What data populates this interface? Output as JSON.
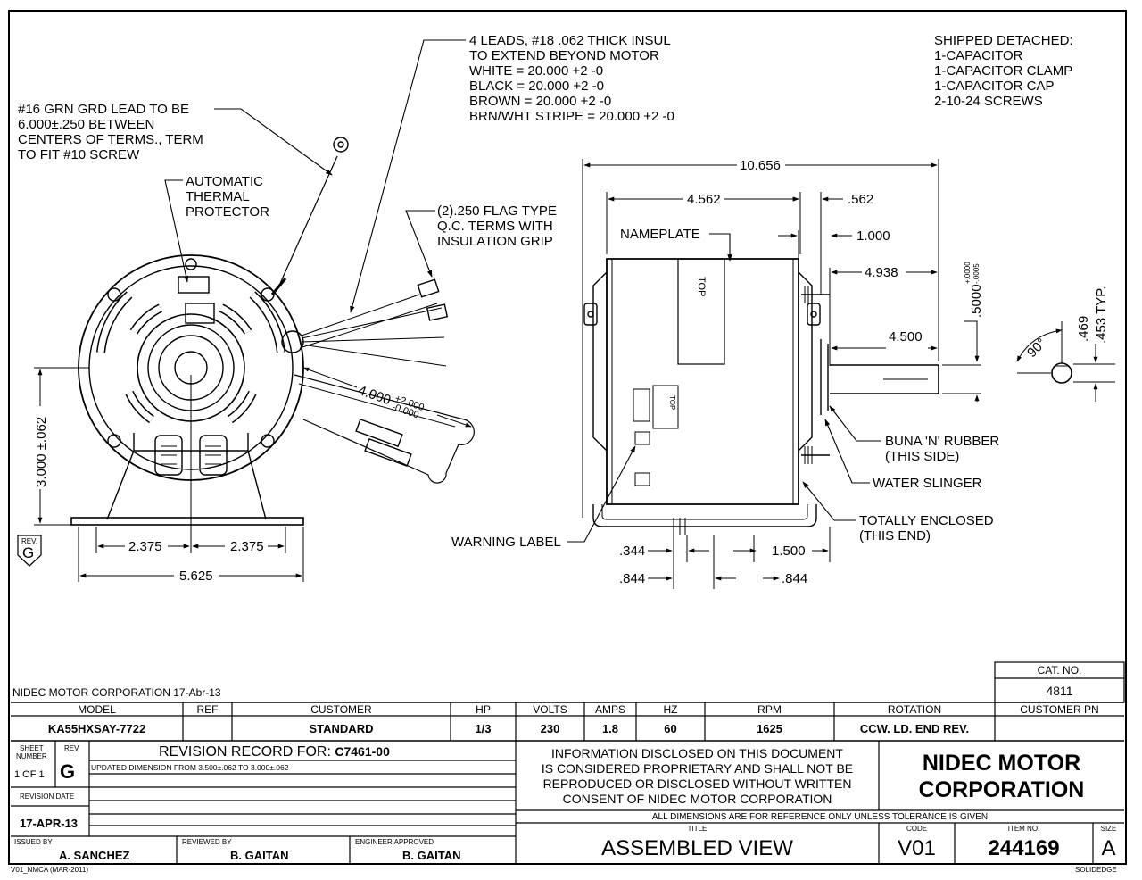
{
  "notes": {
    "leads": [
      "4 LEADS, #18 .062 THICK INSUL",
      "TO EXTEND BEYOND MOTOR",
      "WHITE = 20.000 +2 -0",
      "BLACK = 20.000 +2 -0",
      "BROWN = 20.000 +2 -0",
      "BRN/WHT STRIPE = 20.000 +2 -0"
    ],
    "shipped": [
      "SHIPPED DETACHED:",
      "1-CAPACITOR",
      "1-CAPACITOR CLAMP",
      "1-CAPACITOR CAP",
      "2-10-24 SCREWS"
    ],
    "ground": [
      "#16 GRN GRD LEAD TO BE",
      "6.000±.250 BETWEEN",
      "CENTERS OF TERMS., TERM",
      "TO FIT #10 SCREW"
    ],
    "thermal": [
      "AUTOMATIC",
      "THERMAL",
      "PROTECTOR"
    ],
    "flag": [
      "(2).250 FLAG TYPE",
      "Q.C. TERMS WITH",
      "INSULATION GRIP"
    ],
    "nameplate": "NAMEPLATE",
    "top": "TOP",
    "warning": "WARNING LABEL",
    "buna": [
      "BUNA 'N' RUBBER",
      "(THIS SIDE)"
    ],
    "slinger": "WATER SLINGER",
    "enclosed": [
      "TOTALLY ENCLOSED",
      "(THIS END)"
    ],
    "rev_tag_label": "REV.",
    "rev_tag_value": "G"
  },
  "dims": {
    "overall": "10.656",
    "body": "4.562",
    "d562": ".562",
    "d1000": "1.000",
    "d4938": "4.938",
    "d4500": "4.500",
    "shaft_dia": ".5000",
    "shaft_tol": [
      "+.0000",
      "-.0005"
    ],
    "angle": "90°",
    "d469": ".469",
    "d453": ".453 TYP.",
    "lead_len": "4.000",
    "lead_tol": [
      "+2.000",
      "-0.000"
    ],
    "height": "3.000 ±.062",
    "half_left": "2.375",
    "half_right": "2.375",
    "base": "5.625",
    "d344": ".344",
    "d844a": ".844",
    "d844b": ".844",
    "d1500": "1.500"
  },
  "titleblock": {
    "company_date": "NIDEC MOTOR CORPORATION 17-Abr-13",
    "cat_no_label": "CAT. NO.",
    "cat_no": "4811",
    "headers": [
      "MODEL",
      "REF",
      "CUSTOMER",
      "HP",
      "VOLTS",
      "AMPS",
      "HZ",
      "RPM",
      "ROTATION",
      "CUSTOMER PN"
    ],
    "values": [
      "KA55HXSAY-7722",
      "",
      "STANDARD",
      "1/3",
      "230",
      "1.8",
      "60",
      "1625",
      "CCW. LD. END REV.",
      ""
    ],
    "sheet_label": [
      "SHEET",
      "NUMBER"
    ],
    "sheet_value": "1 OF 1",
    "rev_label": "REV",
    "rev_value": "G",
    "revision_record_label": "REVISION RECORD FOR:",
    "revision_record_id": "C7461-00",
    "revision_entry": "UPDATED DIMENSION FROM 3.500±.062 TO 3.000±.062",
    "revision_date_label": "REVISION DATE",
    "revision_date": "17-APR-13",
    "disclaimer": [
      "INFORMATION DISCLOSED ON THIS DOCUMENT",
      "IS CONSIDERED PROPRIETARY AND SHALL NOT BE",
      "REPRODUCED OR DISCLOSED WITHOUT WRITTEN",
      "CONSENT OF NIDEC MOTOR CORPORATION"
    ],
    "company": [
      "NIDEC MOTOR",
      "CORPORATION"
    ],
    "ref_note": "ALL DIMENSIONS ARE FOR REFERENCE ONLY UNLESS TOLERANCE IS GIVEN",
    "issued_by_label": "ISSUED BY",
    "issued_by": "A. SANCHEZ",
    "reviewed_by_label": "REVIEWED BY",
    "reviewed_by": "B. GAITAN",
    "engineer_label": "ENGINEER APPROVED",
    "engineer": "B. GAITAN",
    "title_label": "TITLE",
    "title": "ASSEMBLED VIEW",
    "code_label": "CODE",
    "code": "V01",
    "item_label": "ITEM NO.",
    "item": "244169",
    "size_label": "SIZE",
    "size": "A",
    "form": "V01_NMCA (MAR-2011)",
    "software": "SOLIDEDGE"
  }
}
